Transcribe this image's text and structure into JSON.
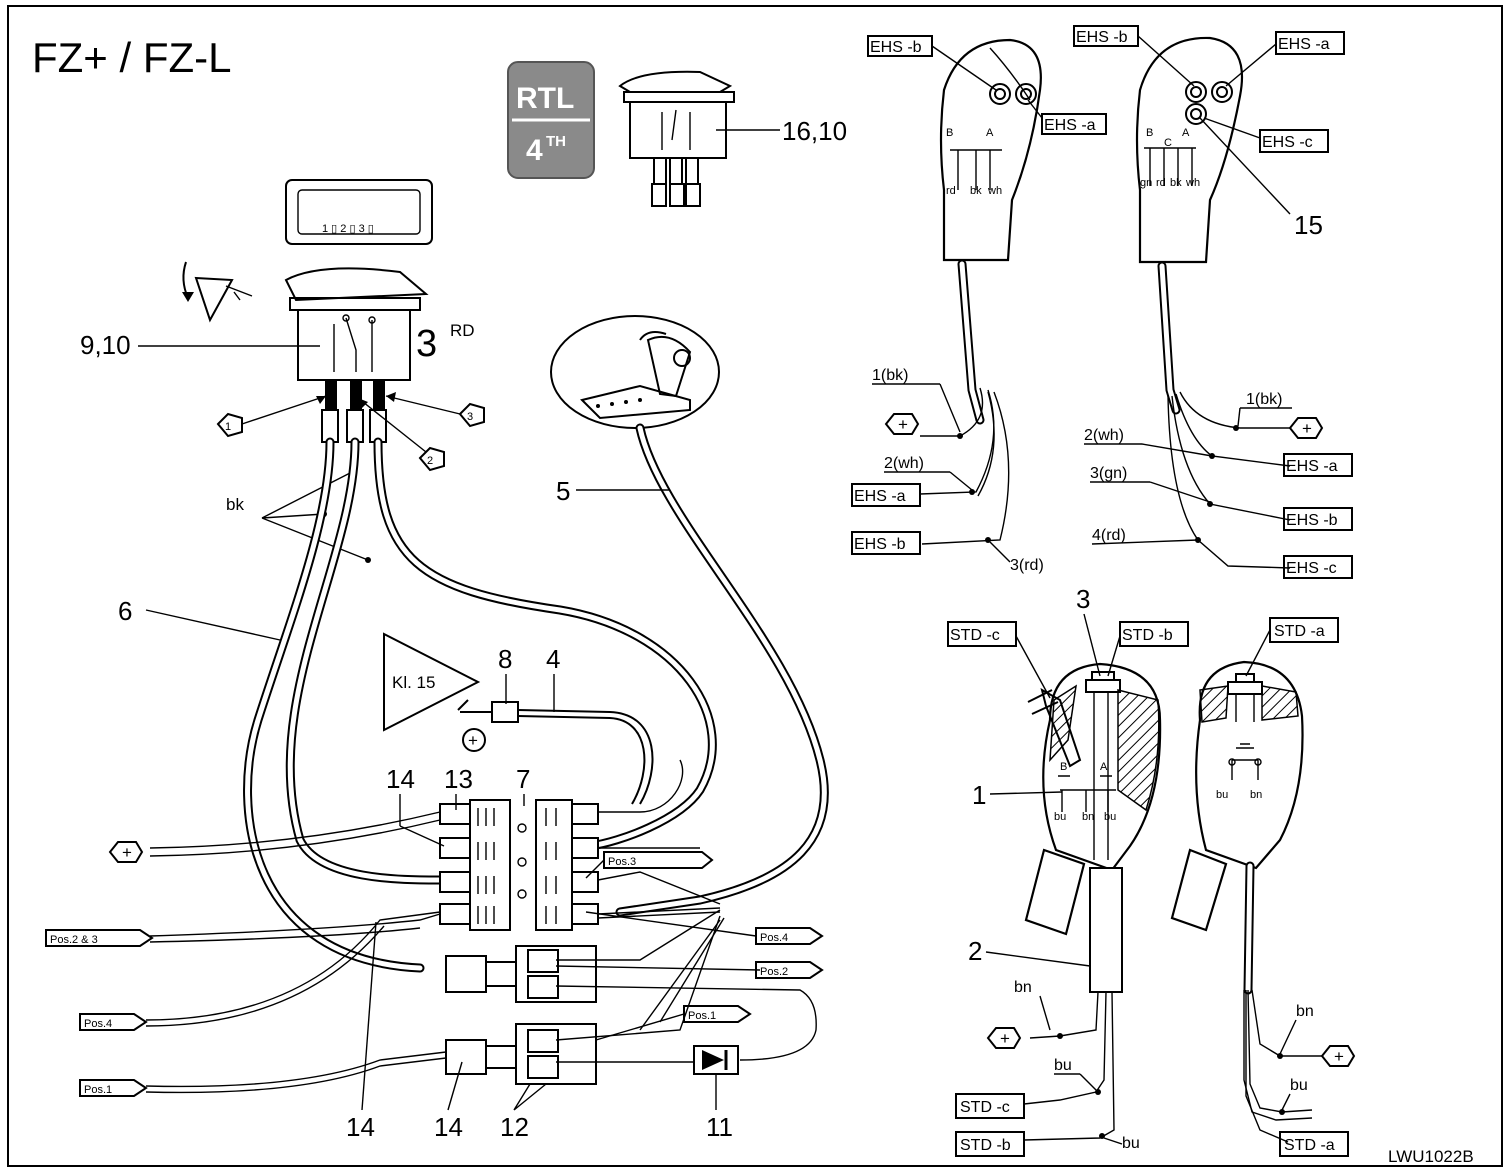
{
  "title": "FZ+ / FZ-L",
  "figure_code": "LWU1022B",
  "rtl_badge": {
    "top": "RTL",
    "bottom": "4",
    "bottom_sup": "TH",
    "color": "#8a8a8a"
  },
  "switch_window": {
    "marks": "1 ▯ 2 ▯ 3 ▯"
  },
  "part_numbers": {
    "p16_10": "16,10",
    "p9_10": "9,10",
    "p3": "3",
    "p5": "5",
    "p6": "6",
    "p8": "8",
    "p4": "4",
    "p14a": "14",
    "p13": "13",
    "p7": "7",
    "p14b": "14",
    "p14c": "14",
    "p12": "12",
    "p11": "11",
    "p15": "15",
    "p3b": "3",
    "p1": "1",
    "p2": "2"
  },
  "rd_label": "RD",
  "bk_label": "bk",
  "kl15_label": "Kl. 15",
  "plus": "+",
  "pins": {
    "a": "1",
    "b": "2",
    "c": "3"
  },
  "pos_tags": {
    "pos3": "Pos.3",
    "pos4r": "Pos.4",
    "pos2r": "Pos.2",
    "pos1r": "Pos.1",
    "pos23": "Pos.2 & 3",
    "pos4l": "Pos.4",
    "pos1l": "Pos.1"
  },
  "ehs_left": {
    "ehs_b_top": "EHS  -b",
    "ehs_a_side": "EHS  -a",
    "switch_letters": {
      "b": "B",
      "a": "A"
    },
    "wire_colors": {
      "rd": "rd",
      "bk": "bk",
      "wh": "wh"
    },
    "w1": "1(bk)",
    "w2": "2(wh)",
    "w3": "3(rd)",
    "out_a": "EHS  -a",
    "out_b": "EHS  -b"
  },
  "ehs_right": {
    "ehs_b_top": "EHS  -b",
    "ehs_a_top": "EHS  -a",
    "ehs_c_side": "EHS  -c",
    "switch_letters": {
      "b": "B",
      "c": "C",
      "a": "A"
    },
    "wire_colors": {
      "gn": "gn",
      "rd": "rd",
      "bk": "bk",
      "wh": "wh"
    },
    "w1": "1(bk)",
    "w2": "2(wh)",
    "w3": "3(gn)",
    "w4": "4(rd)",
    "out_a": "EHS  -a",
    "out_b": "EHS  -b",
    "out_c": "EHS  -c"
  },
  "std_left": {
    "std_c": "STD  -c",
    "std_b": "STD  -b",
    "switch_letters": {
      "b": "B",
      "a": "A"
    },
    "wire_colors": {
      "bu1": "bu",
      "bn": "bn",
      "bu2": "bu"
    },
    "w_bn": "bn",
    "w_bu1": "bu",
    "w_bu2": "bu",
    "out_c": "STD  -c",
    "out_b": "STD  -b"
  },
  "std_right": {
    "std_a": "STD  -a",
    "wire_colors": {
      "bu": "bu",
      "bn": "bn"
    },
    "w_bn": "bn",
    "w_bu": "bu",
    "out_a": "STD  -a"
  }
}
